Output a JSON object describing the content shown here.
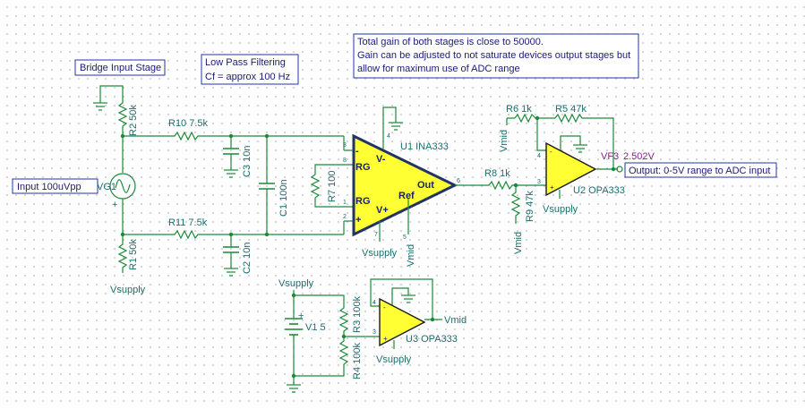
{
  "annotations": {
    "bridge": "Bridge Input Stage",
    "lowpass_line1": "Low Pass Filtering",
    "lowpass_line2": "Cf = approx 100 Hz",
    "gain_line1": "Total gain of both stages is close to 50000.",
    "gain_line2": "Gain can be adjusted to not saturate devices output stages but",
    "gain_line3": "allow  for maximum use of ADC range",
    "input": "Input 100uVpp",
    "output": "Output: 0-5V range to ADC input"
  },
  "components": {
    "r1": "R1 50k",
    "r2": "R2 50k",
    "r3": "R3 100k",
    "r4": "R4 100k",
    "r5": "R5 47k",
    "r6": "R6 1k",
    "r7": "R7 100",
    "r8": "R8 1k",
    "r9": "R9 47k",
    "r10": "R10 7.5k",
    "r11": "R11 7.5k",
    "c1": "C1 100n",
    "c2": "C2 10n",
    "c3": "C3 10n",
    "vg1": "VG1",
    "v1": "V1 5",
    "u1": "U1 INA333",
    "u2": "U2 OPA333",
    "u3": "U3 OPA333",
    "vf3": "VF3",
    "vf3_value": "2.502V"
  },
  "nets": {
    "vsupply": "Vsupply",
    "vmid": "Vmid"
  },
  "ina_pins": {
    "rg": "RG",
    "out": "Out",
    "ref": "Ref",
    "vminus": "V-",
    "vplus": "V+",
    "minus": "-",
    "plus": "+"
  },
  "pins": {
    "p1": "1",
    "p2": "2",
    "p3": "3",
    "p4": "4",
    "p5": "5",
    "p6": "6",
    "p7": "7",
    "p8": "8"
  },
  "signs": {
    "plus": "+",
    "minus": "-"
  }
}
